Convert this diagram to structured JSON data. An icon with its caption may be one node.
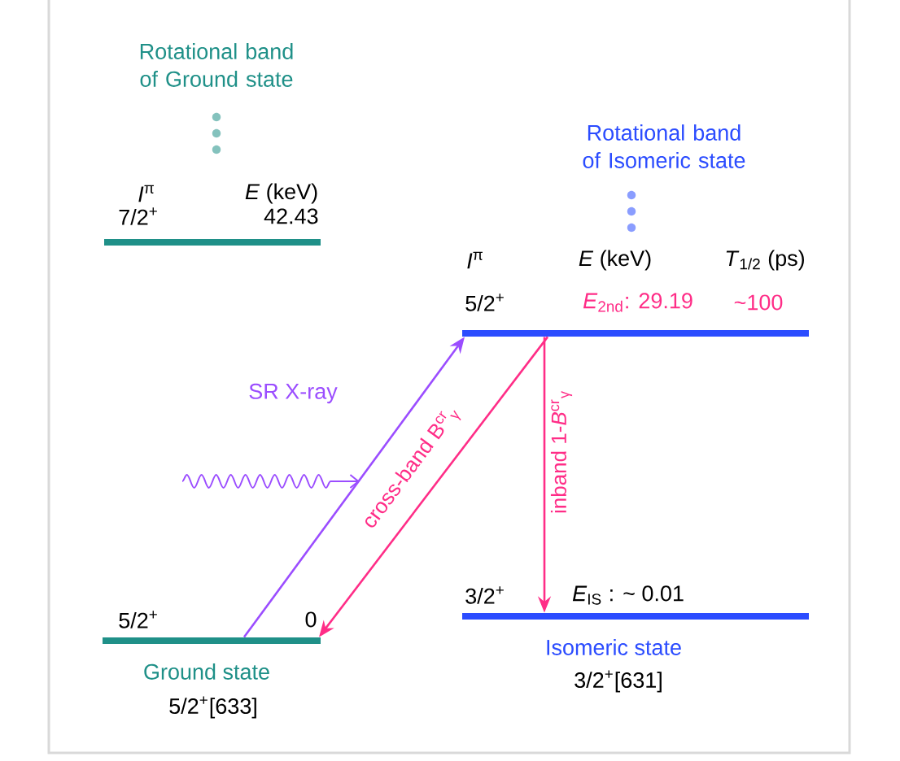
{
  "diagram": {
    "nodes": [
      {
        "text": [],
        "shape": "bar",
        "beside": [
          "7/2$^{+}$",
          "42.43"
        ]
      },
      {
        "text": [],
        "shape": "bar",
        "beside": [
          "5/2$^{+}$",
          "*E*$_{2nd}$: 29.19",
          "~100"
        ]
      },
      {
        "text": [],
        "shape": "bar",
        "beside": [
          "5/2$^{+}$",
          "0",
          "Ground state",
          "5/2$^{+}$[633]"
        ]
      },
      {
        "text": [],
        "shape": "bar",
        "beside": [
          "3/2$^{+}$",
          "*E*$_{IS}$ : ~ 0.01",
          "Isomeric state",
          "3/2$^{+}$[631]"
        ]
      }
    ],
    "edges": [
      {
        "from": 2,
        "to": 1,
        "arrow": "to",
        "color": "#9b4dff"
      },
      {
        "from": 1,
        "to": 2,
        "arrow": "to",
        "label": "cross-band B$^{cr}$$_{γ}$"
      },
      {
        "from": 1,
        "to": 3,
        "arrow": "to",
        "label": "inband 1-*B*$^{cr}$$_{γ}$"
      }
    ],
    "labels": [
      "Rotational band of Ground state",
      "*I*$^{π}$",
      "*E* (keV)",
      "Rotational band of Isomeric state",
      "*I*$^{π}$",
      "*E* (keV)",
      "*T*$_{1/2}$ (ps)",
      "SR X-ray"
    ]
  }
}
